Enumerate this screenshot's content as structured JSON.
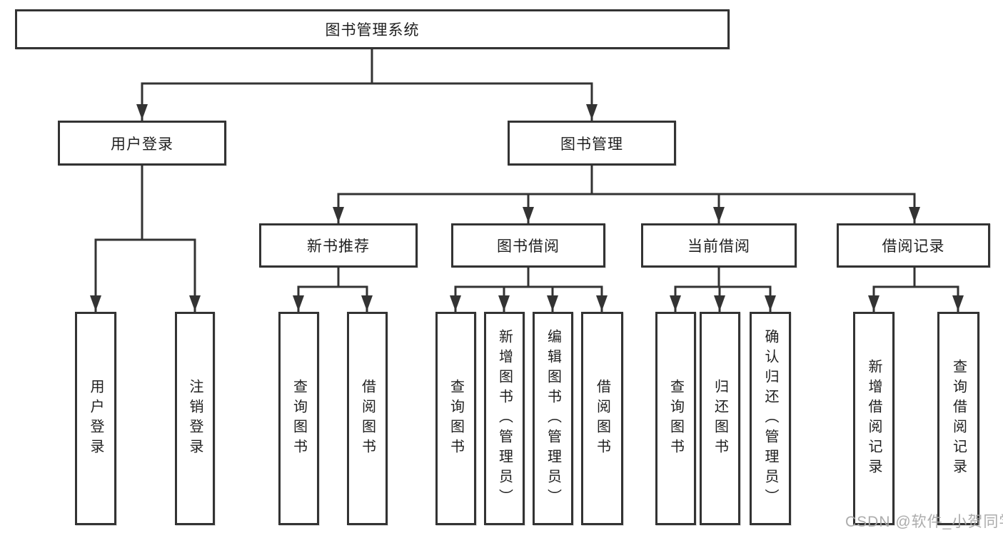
{
  "diagram": {
    "nodes": {
      "root": "图书管理系统",
      "user_login": "用户登录",
      "book_mgmt": "图书管理",
      "new_book_rec": "新书推荐",
      "book_borrow": "图书借阅",
      "current_borrow": "当前借阅",
      "borrow_record": "借阅记录",
      "ul_user_login": "用户登录",
      "ul_logout": "注销登录",
      "nb_query_book": "查询图书",
      "nb_borrow_book": "借阅图书",
      "bb_query_book": "查询图书",
      "bb_add_book": "新增图书（管理员）",
      "bb_edit_book": "编辑图书（管理员）",
      "bb_borrow_book": "借阅图书",
      "cb_query_book": "查询图书",
      "cb_return_book": "归还图书",
      "cb_confirm_return": "确认归还（管理员）",
      "br_add_record": "新增借阅记录",
      "br_query_record": "查询借阅记录"
    },
    "colors": {
      "line": "#333333",
      "box_border": "#333333",
      "text": "#1f1f1f",
      "background": "#ffffff",
      "watermark": "#a8a8a8"
    }
  },
  "watermark": {
    "text": "CSDN @软件_小贺同学"
  }
}
